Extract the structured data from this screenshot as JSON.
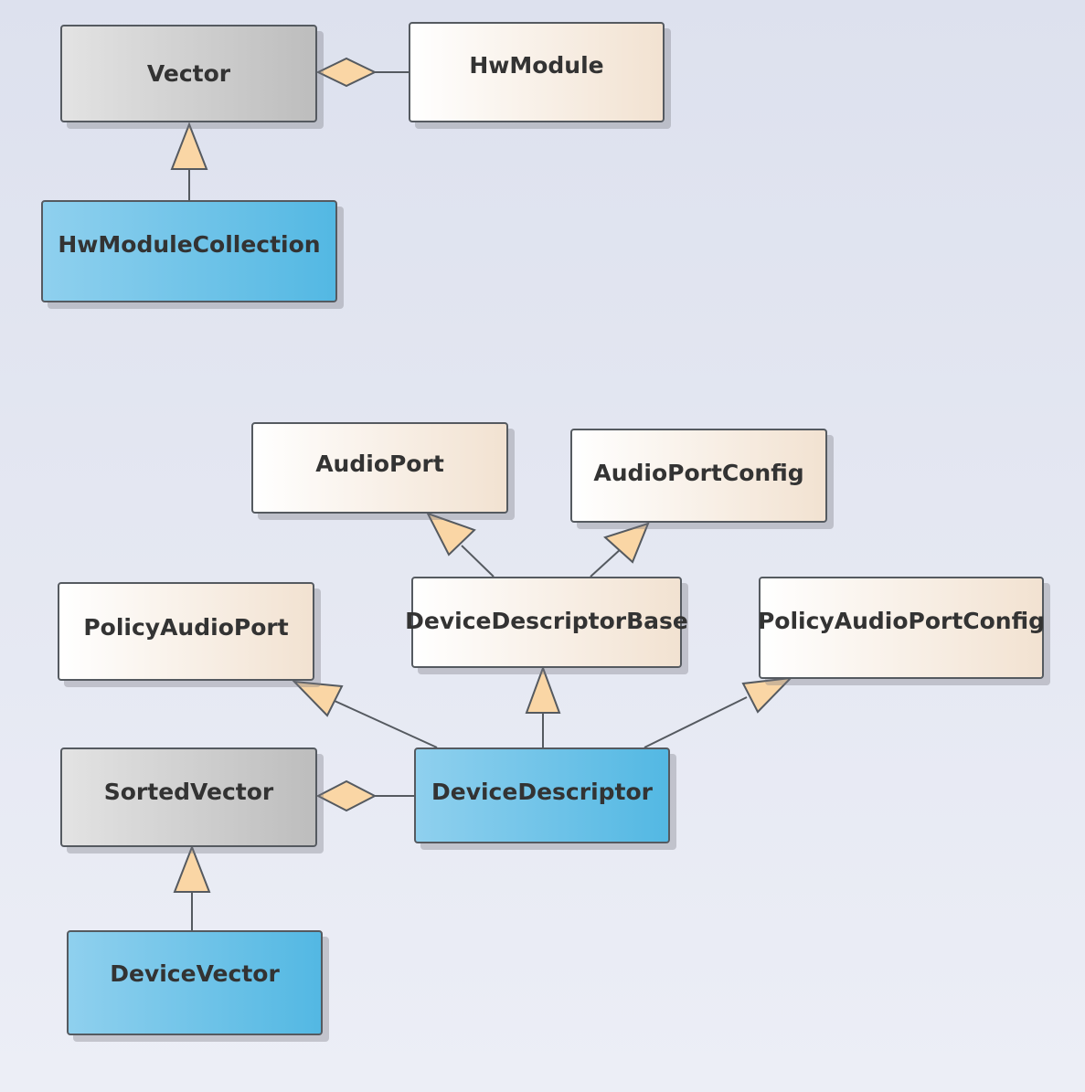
{
  "colors": {
    "line": "#555a60",
    "arrowhead_fill": "#fad6a5",
    "gray_box": "#c8c8c8",
    "cream_box": "#f5e6d6",
    "blue_box": "#5bbbe4"
  },
  "nodes": {
    "vector": {
      "label": "Vector"
    },
    "hwmodule": {
      "label": "HwModule"
    },
    "hwmodulecollection": {
      "label": "HwModuleCollection"
    },
    "audioport": {
      "label": "AudioPort"
    },
    "audioportconfig": {
      "label": "AudioPortConfig"
    },
    "policyaudioport": {
      "label": "PolicyAudioPort"
    },
    "devicedescriptorbase": {
      "label": "DeviceDescriptorBase"
    },
    "policyaudioportconfig": {
      "label": "PolicyAudioPortConfig"
    },
    "sortedvector": {
      "label": "SortedVector"
    },
    "devicedescriptor": {
      "label": "DeviceDescriptor"
    },
    "devicevector": {
      "label": "DeviceVector"
    }
  },
  "relations": [
    {
      "type": "aggregation",
      "whole": "Vector",
      "part": "HwModule"
    },
    {
      "type": "generalization",
      "child": "HwModuleCollection",
      "parent": "Vector"
    },
    {
      "type": "generalization",
      "child": "DeviceDescriptorBase",
      "parent": "AudioPort"
    },
    {
      "type": "generalization",
      "child": "DeviceDescriptorBase",
      "parent": "AudioPortConfig"
    },
    {
      "type": "generalization",
      "child": "DeviceDescriptor",
      "parent": "PolicyAudioPort"
    },
    {
      "type": "generalization",
      "child": "DeviceDescriptor",
      "parent": "DeviceDescriptorBase"
    },
    {
      "type": "generalization",
      "child": "DeviceDescriptor",
      "parent": "PolicyAudioPortConfig"
    },
    {
      "type": "aggregation",
      "whole": "SortedVector",
      "part": "DeviceDescriptor"
    },
    {
      "type": "generalization",
      "child": "DeviceVector",
      "parent": "SortedVector"
    }
  ]
}
